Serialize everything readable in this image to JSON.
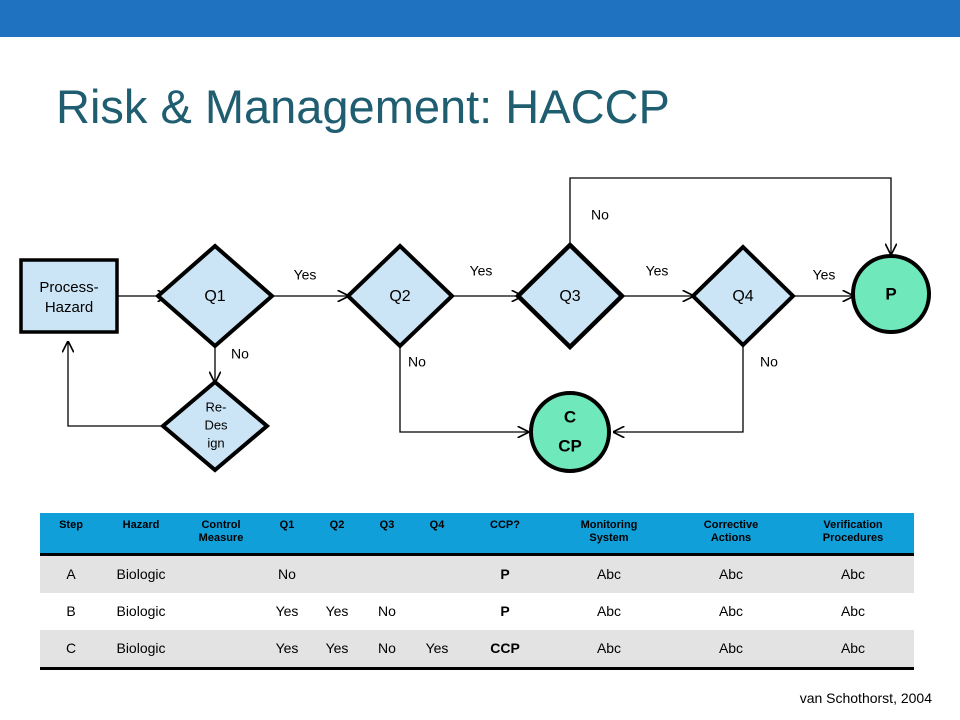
{
  "slide": {
    "title": "Risk & Management: HACCP",
    "banner_color": "#1F72BF",
    "title_color": "#1F5E70",
    "source_note": "van Schothorst, 2004"
  },
  "flowchart": {
    "nodes": {
      "process": "Process-Hazard",
      "process_line1": "Process-",
      "process_line2": "Hazard",
      "redesign_line1": "Re-",
      "redesign_line2": "Des",
      "redesign_line3": "ign",
      "q1": "Q1",
      "q2": "Q2",
      "q3": "Q3",
      "q4": "Q4",
      "ccp_line1": "C",
      "ccp_line2": "CP",
      "p": "P"
    },
    "edge_labels": {
      "q1_yes": "Yes",
      "q1_no": "No",
      "q2_yes": "Yes",
      "q2_no": "No",
      "q3_yes": "Yes",
      "q3_no": "No",
      "q4_yes": "Yes",
      "q4_no": "No"
    },
    "colors": {
      "decision_fill": "#CCE5F6",
      "terminator_fill": "#6FE8BC",
      "stroke": "#000000"
    }
  },
  "table": {
    "header_color": "#119FDA",
    "columns": [
      "Step",
      "Hazard",
      "Control Measure",
      "Q1",
      "Q2",
      "Q3",
      "Q4",
      "CCP?",
      "Monitoring System",
      "Corrective Actions",
      "Verification Procedures"
    ],
    "columns_multiline": [
      [
        "Step"
      ],
      [
        "Hazard"
      ],
      [
        "Control",
        "Measure"
      ],
      [
        "Q1"
      ],
      [
        "Q2"
      ],
      [
        "Q3"
      ],
      [
        "Q4"
      ],
      [
        "CCP?"
      ],
      [
        "Monitoring",
        "System"
      ],
      [
        "Corrective",
        "Actions"
      ],
      [
        "Verification",
        "Procedures"
      ]
    ],
    "rows": [
      {
        "step": "A",
        "hazard": "Biologic",
        "control_measure": "",
        "q1": "No",
        "q2": "",
        "q3": "",
        "q4": "",
        "ccp": "P",
        "monitoring_system": "Abc",
        "corrective_actions": "Abc",
        "verification_procedures": "Abc"
      },
      {
        "step": "B",
        "hazard": "Biologic",
        "control_measure": "",
        "q1": "Yes",
        "q2": "Yes",
        "q3": "No",
        "q4": "",
        "ccp": "P",
        "monitoring_system": "Abc",
        "corrective_actions": "Abc",
        "verification_procedures": "Abc"
      },
      {
        "step": "C",
        "hazard": "Biologic",
        "control_measure": "",
        "q1": "Yes",
        "q2": "Yes",
        "q3": "No",
        "q4": "Yes",
        "ccp": "CCP",
        "monitoring_system": "Abc",
        "corrective_actions": "Abc",
        "verification_procedures": "Abc"
      }
    ]
  }
}
